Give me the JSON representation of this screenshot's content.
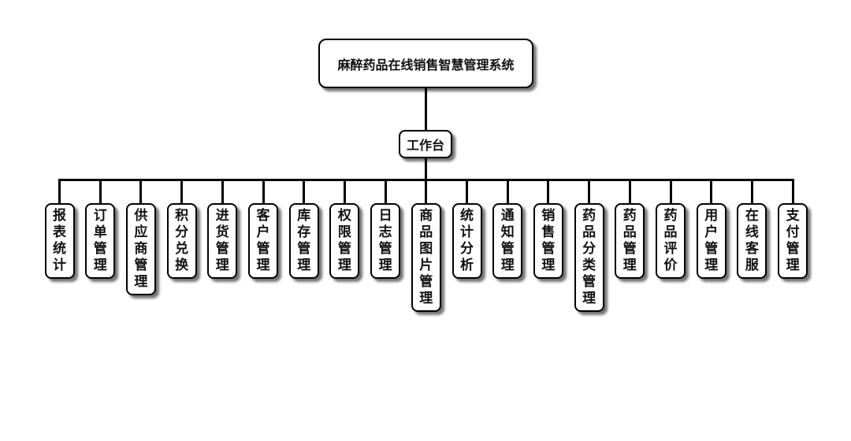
{
  "root": {
    "label": "麻醉药品在线销售智慧管理系统"
  },
  "hub": {
    "label": "工作台"
  },
  "modules": [
    {
      "id": "report-stats",
      "label": "报表统计"
    },
    {
      "id": "order-mgmt",
      "label": "订单管理"
    },
    {
      "id": "supplier-mgmt",
      "label": "供应商管理"
    },
    {
      "id": "points-exchange",
      "label": "积分兑换"
    },
    {
      "id": "purchase-mgmt",
      "label": "进货管理"
    },
    {
      "id": "customer-mgmt",
      "label": "客户管理"
    },
    {
      "id": "inventory-mgmt",
      "label": "库存管理"
    },
    {
      "id": "permission-mgmt",
      "label": "权限管理"
    },
    {
      "id": "log-mgmt",
      "label": "日志管理"
    },
    {
      "id": "product-image-mgmt",
      "label": "商品图片管理"
    },
    {
      "id": "statistical-analysis",
      "label": "统计分析"
    },
    {
      "id": "notice-mgmt",
      "label": "通知管理"
    },
    {
      "id": "sales-mgmt",
      "label": "销售管理"
    },
    {
      "id": "drug-category-mgmt",
      "label": "药品分类管理"
    },
    {
      "id": "drug-mgmt",
      "label": "药品管理"
    },
    {
      "id": "drug-review",
      "label": "药品评价"
    },
    {
      "id": "user-mgmt",
      "label": "用户管理"
    },
    {
      "id": "online-service",
      "label": "在线客服"
    },
    {
      "id": "payment-mgmt",
      "label": "支付管理"
    }
  ]
}
